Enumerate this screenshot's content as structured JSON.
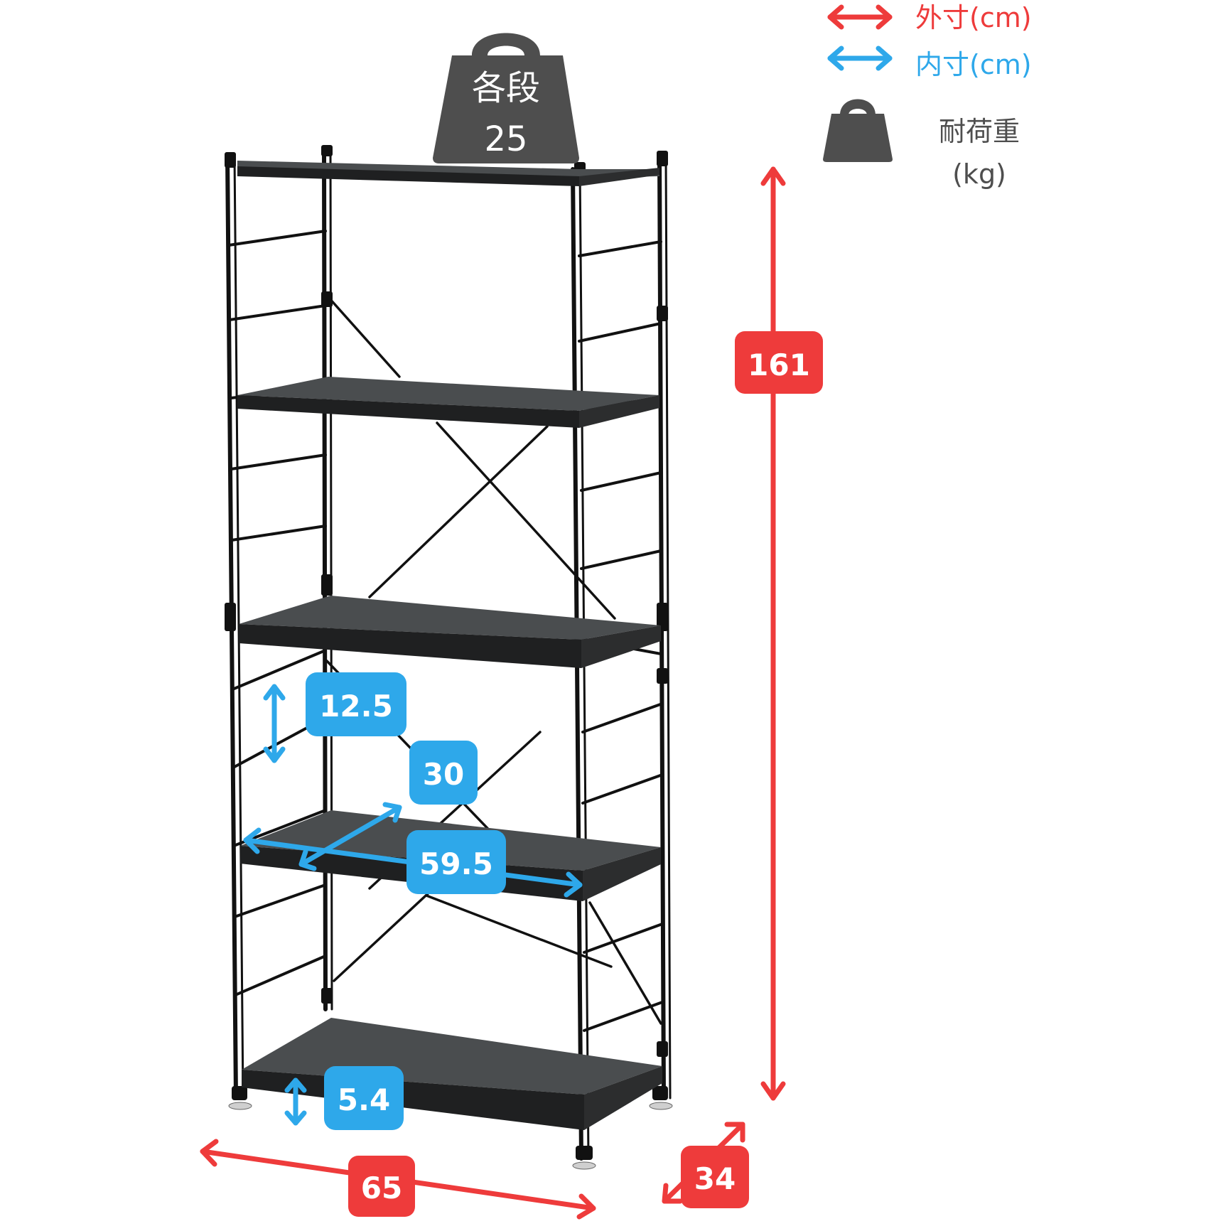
{
  "legend": {
    "outer_label": "外寸(cm)",
    "inner_label": "内寸(cm)",
    "load_label_line1": "耐荷重",
    "load_label_line2": "(kg)",
    "outer_icon": "double-arrow-icon",
    "inner_icon": "double-arrow-icon",
    "load_icon": "weight-icon"
  },
  "load_badge": {
    "line1": "各段",
    "line2": "25"
  },
  "dimensions": {
    "outer_height": "161",
    "outer_width": "65",
    "outer_depth": "34",
    "inner_width": "59.5",
    "inner_depth": "30",
    "shelf_gap": "12.5",
    "bottom_clearance": "5.4"
  },
  "colors": {
    "outer": "#ee3b3b",
    "inner": "#2ea8ea",
    "weight": "#4e4e4e",
    "frame": "#111111",
    "shelf_top": "#4a4d4f",
    "shelf_front": "#1f2021"
  }
}
